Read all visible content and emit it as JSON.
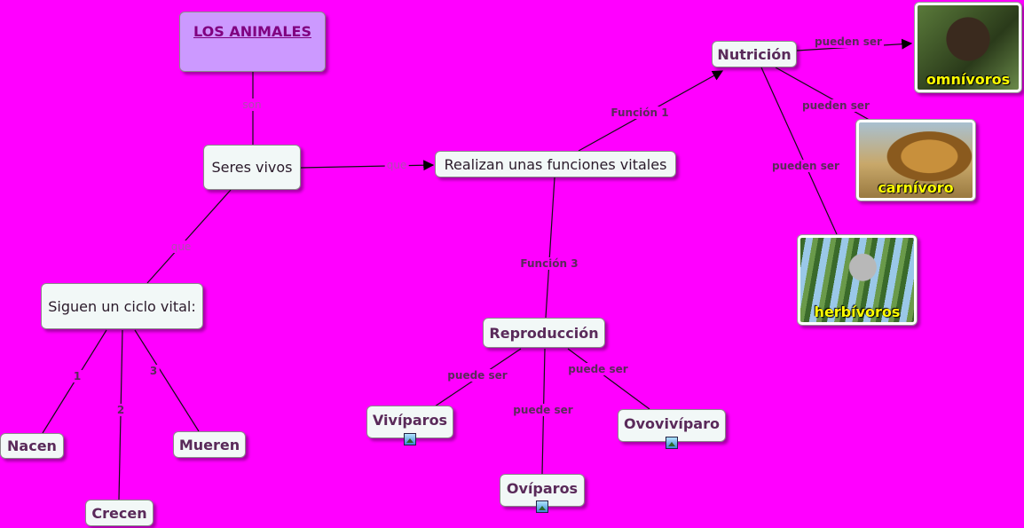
{
  "title": "LOS ANIMALES",
  "nodes": {
    "seres_vivos": "Seres vivos",
    "funciones": "Realizan unas funciones vitales",
    "ciclo": "Siguen un ciclo vital:",
    "nutricion": "Nutrición",
    "reproduccion": "Reproducción",
    "nacen": "Nacen",
    "crecen": "Crecen",
    "mueren": "Mueren",
    "viviparos": "Vivíparos",
    "oviparos": "Ovíparos",
    "ovoviviparo": "Ovovivíparo"
  },
  "photos": {
    "omnivoros": "omnívoros",
    "carnivoro": "carnívoro",
    "herbivoros": "herbívoros"
  },
  "links": {
    "son": "son",
    "que1": "que",
    "que2": "que",
    "funcion1": "Función 1",
    "funcion3": "Función 3",
    "n1": "1",
    "n2": "2",
    "n3": "3",
    "pueden_ser_1": "pueden ser",
    "pueden_ser_2": "pueden ser",
    "pueden_ser_3": "pueden ser",
    "puede_ser_1": "puede ser",
    "puede_ser_2": "puede ser",
    "puede_ser_3": "puede ser"
  },
  "colors": {
    "background": "#ff00ff",
    "title_fill": "#cc99ff",
    "node_fill": "#f2f8f7",
    "caption": "#ffff00"
  },
  "icons": [
    "image-icon"
  ]
}
